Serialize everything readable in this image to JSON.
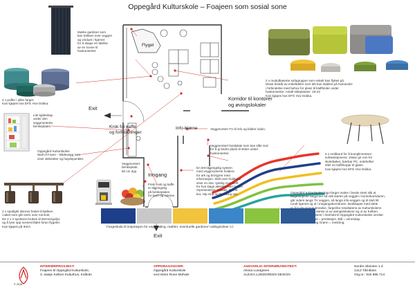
{
  "title": "Oppegård Kulturskole – Foajeen som sosial sone",
  "rooms": {
    "flygel": "Flygel",
    "korridor": "Korridor til kontorer\nog øvingslokaler",
    "exit_left": "Exit",
    "krok": "Krok for kaffe\nog forfriskninger",
    "info": "Info-hjørne",
    "inngang": "Inngang",
    "exit_bottom": "Exit"
  },
  "notes": {
    "gardiner": "Mørke gardiner som\nkan trekkes over veggen\nog vinduet i hjørnet\nfor å skape en følelse\nav en scene til\nhuskonserter.",
    "puffer": "4 x puffer i ulike farger.\nKan kjøpes hos EFG Hov Dokka.",
    "kjoleskap": "Lite kjøleskap\nunder den\nveggmonterte\nbenkeplaten.",
    "wall_of_fame": "Oppegård Kulturskoles\nWall of Fame – Bildevegg som\nviser aktiviteter og høydepunkter.",
    "benkeplate": "Veggmontert\nbenkeplate,\n50 cm dyp.",
    "frukt": "Frisk frukt og kaffe\ner tilgjengelig\npå benkeplaten\nfor barn og voksne.",
    "spotlight": "2 x spotlight skinner festet til bjelken\ni taket som går tvers over rommet.\nDe 2 x 3 spottene brukes til stemningslys\nog å lyse opp scenen/rådet foran flygelet.\nKan kjøpes på IKEA.",
    "sofa": "2 x modulbaserte sofagrupper som enkelt kan flyttes på.\nDisse består av enkeltdeler som lett kan stables på hverandre\ni forbindelse med behov for plass til klaffstoler under\nhuskonserter. Antall sitteplasser: 16-22\nKan kjøpes hos EFG Hov Dokka.",
    "tv": "Veggmontert TV til info og bilder/ video.",
    "bordplate": "Veggmontert bordplate som kan slås ned\nfor å gi bedre plass til stoler under\nhuskonserter.",
    "smabord": "5 x småbord for å komplimentere\nsofaseksjonene. Disse gir rom for\nskolebøker, bærbar PC, notehefter\neller en kaffekopp/ et glass.\nKan kjøpes hos EFG Hov Dokka.",
    "infosystem": "En lett tilgjengelig system\nmed veggmonterte holdere\nfor ark og brosjyrer med\ninformasjon. Skilt over holderne\nviser en stor, tydelig overskrift\nfor hva slags aktivitet hver holder\nrepresenterer: Musikk, Barne-\nkor, Hip Hop og Breaking osv.",
    "logo": "Oppegård Kulturskoles logo-farger males i brede strek slik at\nfargestripene begynner så vidt starter på veggen i kontorkorridoren,\ngår videre langs TV veggen, så langs info-veggen og til slutt litt\nrundt hjørnet og ut i inngangskorridoren. Budskapet med dette\ner å la de mange kreative, fargerike resultatene av Kulturskolens\naktiviteter flyte og danse ut av øvingslokalene og ut av Kolben.\nFargene representerer i henhold til Oppegård Kulturskoles verdier:\nGleden over… Rød = prestasjon, Blå = vennskap,\nGul = samarbeid og Grønn = mestring."
  },
  "swatch_colors": [
    "#1d3f8a",
    "#c8c8c8",
    "#f2c33c",
    "#3a86c8",
    "#8bc43f",
    "#2e5a96"
  ],
  "swatch_caption": "Fargeskala til inspirasjon for veggmaling, møbler, eventuelle gardiner/ nullegardiner o.l.",
  "footer": {
    "project_head": "INTERIØRPROSJEKT:",
    "project_text": "Foajeen til Oppegård Kulturskole,\n3. etasje Kolben Kulturhus, Kolbotn",
    "client_head": "OPPDRAGSGIVER:",
    "client_text": "Oppegård Kulturskole\nved rektor Rune Mofvær",
    "designer_head": "ANSVARLIG INTERIØRARKITEKT:",
    "designer_text": "Alexia Lundgreen\nALEXIA LUNDGREEN DESIGN",
    "address_text": "Nordre Skenten 1 d\n1413 Tårnåsen\nOrg.nr.: 915 986 714",
    "copyright": "© 2016"
  }
}
